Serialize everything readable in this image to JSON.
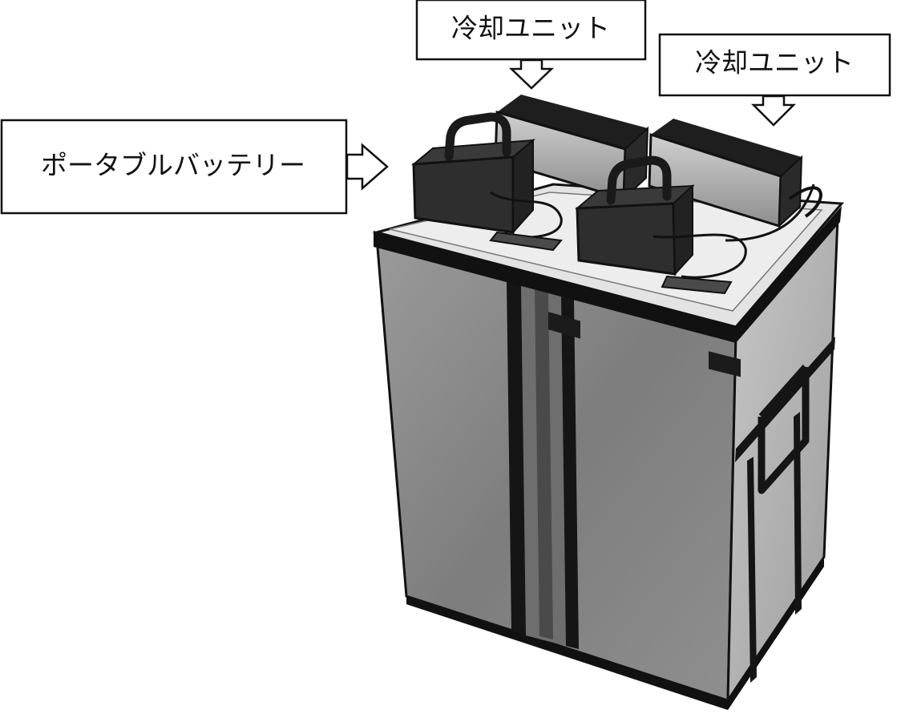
{
  "callouts": {
    "battery": {
      "label": "ポータブルバッテリー"
    },
    "cooling_left": {
      "label": "冷却ユニット"
    },
    "cooling_right": {
      "label": "冷却ユニット"
    }
  },
  "colors": {
    "outline": "#111111",
    "bag_front": "#8a8a8a",
    "bag_side": "#b3b3b3",
    "lid": "#e6e6e6",
    "unit_dark": "#2e2e2e",
    "strap": "#151515"
  }
}
